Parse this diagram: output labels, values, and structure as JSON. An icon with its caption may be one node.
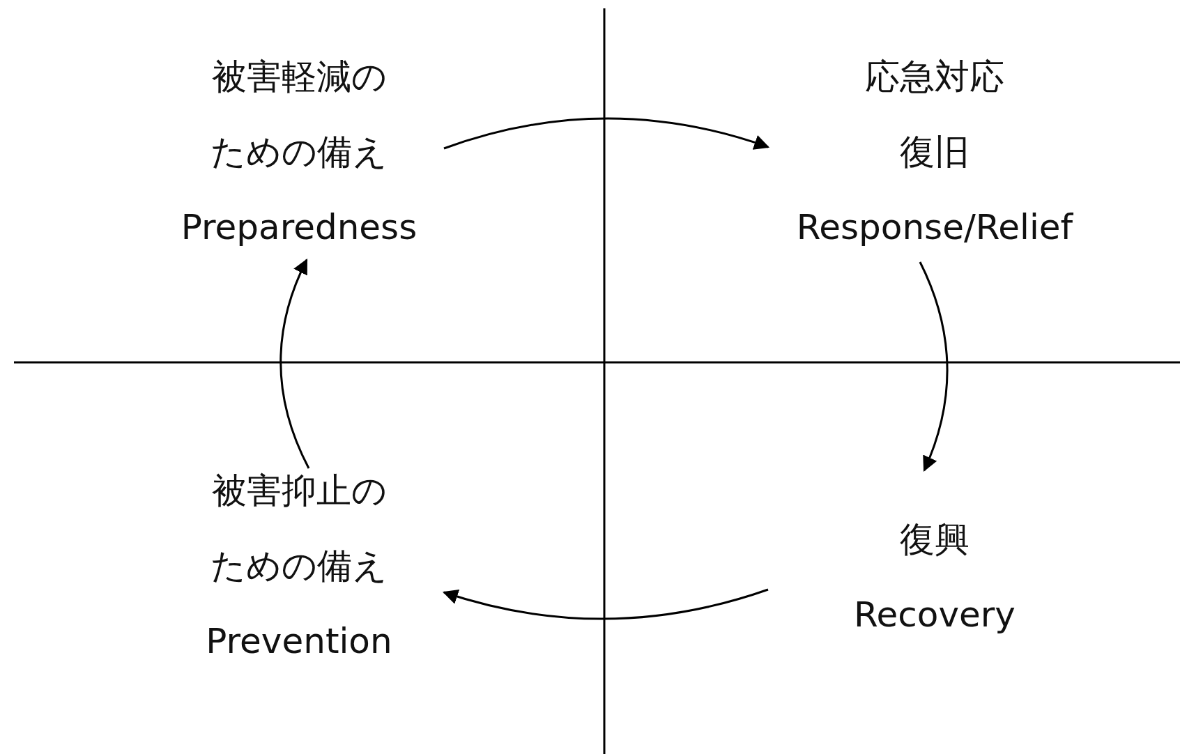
{
  "diagram": {
    "nodes": [
      {
        "text": [
          "被害軽減のための備え",
          "Preparedness"
        ]
      },
      {
        "text": [
          "応急対応",
          "復旧",
          "Response/Relief"
        ]
      },
      {
        "text": [
          "被害抑止のための備え",
          "Prevention"
        ]
      },
      {
        "text": [
          "復興",
          "Recovery"
        ]
      }
    ],
    "edges": [
      {
        "from": 0,
        "to": 1,
        "arrow": "to"
      },
      {
        "from": 1,
        "to": 3,
        "arrow": "to"
      },
      {
        "from": 3,
        "to": 2,
        "arrow": "to"
      },
      {
        "from": 2,
        "to": 0,
        "arrow": "to"
      }
    ]
  }
}
